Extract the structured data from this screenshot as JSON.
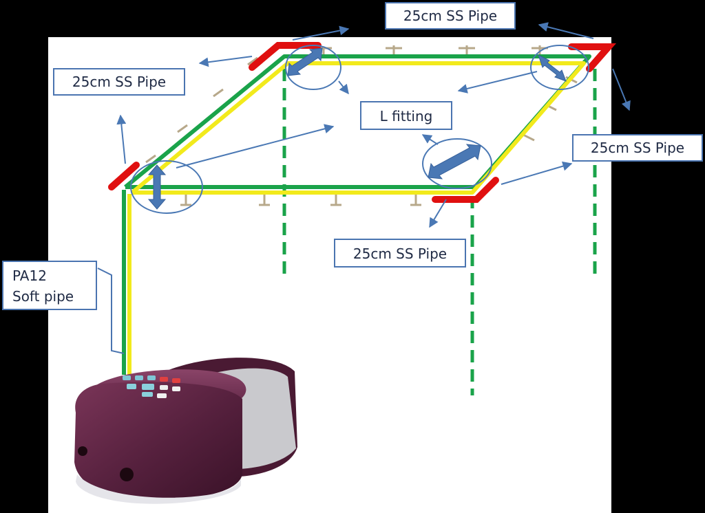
{
  "labels": {
    "pipe_top": "25cm SS Pipe",
    "pipe_left": "25cm SS Pipe",
    "pipe_right": "25cm SS Pipe",
    "pipe_bottom": "25cm SS Pipe",
    "l_fitting": "L fitting",
    "pa12_line1": "PA12",
    "pa12_line2": "Soft pipe"
  },
  "colors": {
    "background": "#000000",
    "panel": "#ffffff",
    "pipe_green": "#1aa34a",
    "pipe_yellow": "#f2ea1c",
    "ss_pipe_red": "#e01010",
    "arrow_blue": "#4a78b4",
    "pump_body": "#5a2340"
  },
  "icons": [
    "air-pump-icon",
    "nozzle-icon",
    "double-arrow-icon"
  ]
}
